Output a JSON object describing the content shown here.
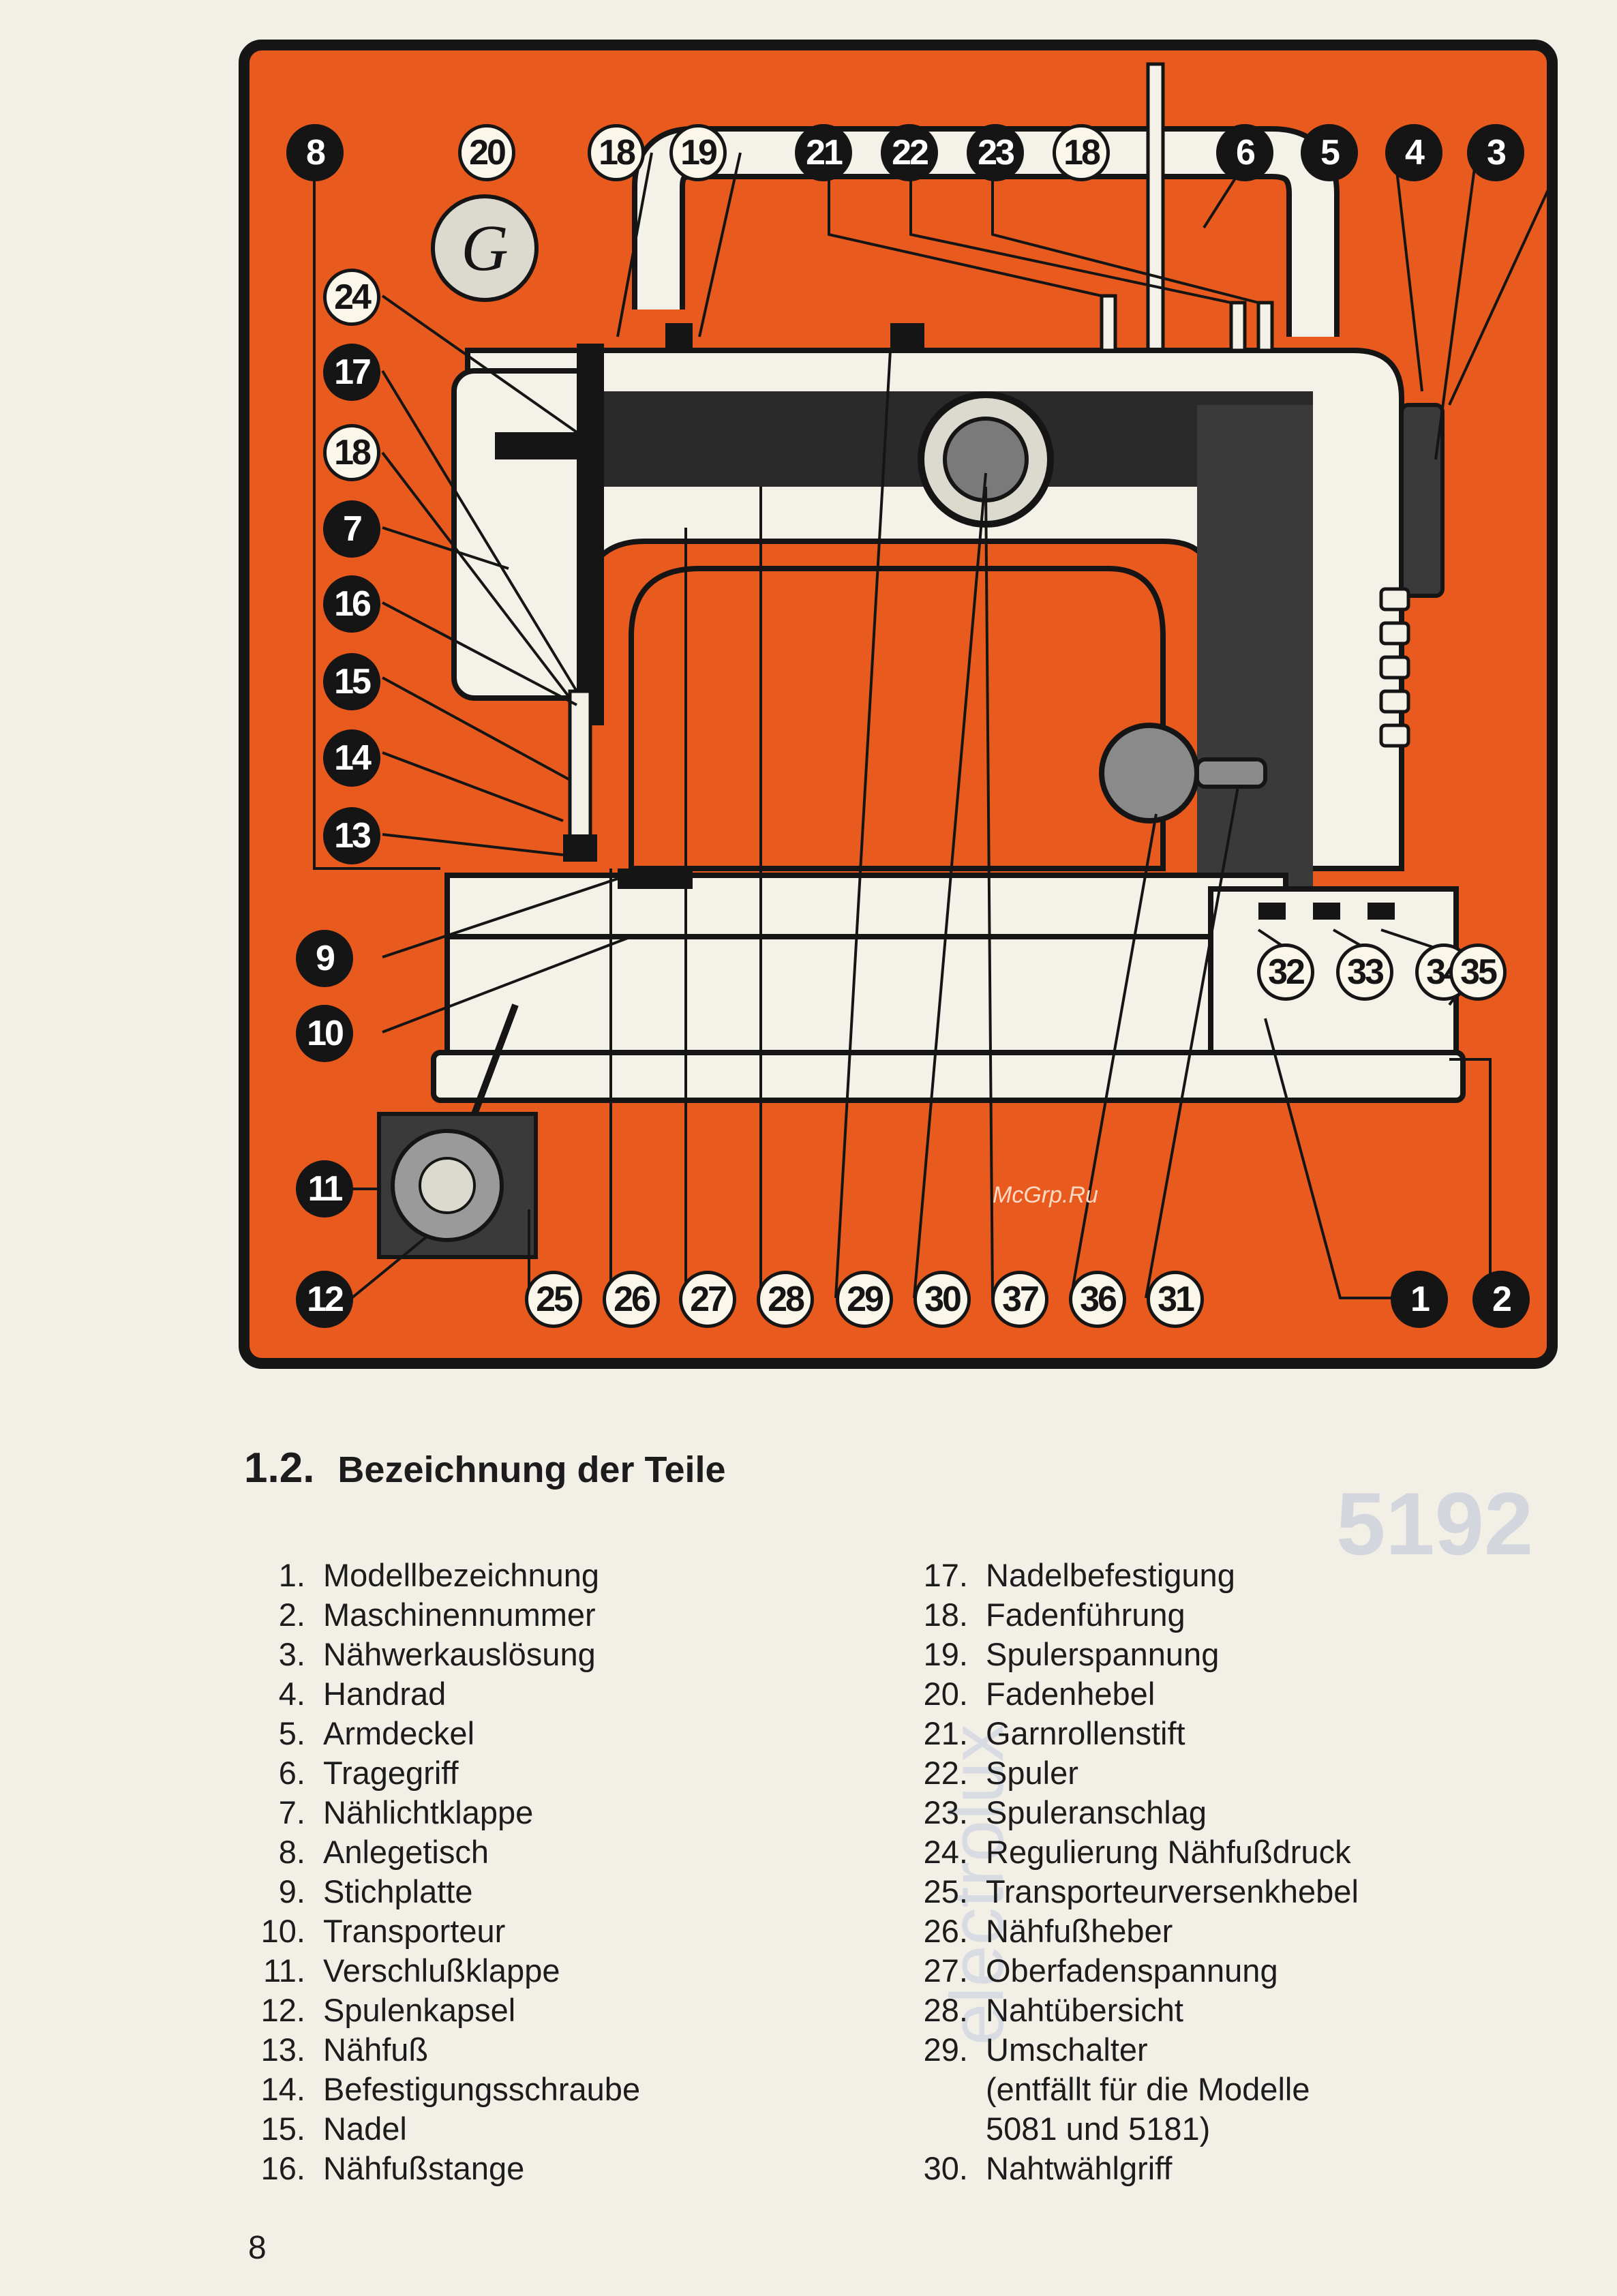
{
  "colors": {
    "diagram_bg": "#e85a1e",
    "machine_body": "#f3f1e8",
    "ink": "#151515",
    "badge_light": "#fbf6ea"
  },
  "diagram": {
    "watermark": "McGrp.Ru",
    "callouts": [
      "8",
      "20",
      "18",
      "19",
      "21",
      "22",
      "23",
      "18",
      "6",
      "5",
      "4",
      "3",
      "24",
      "17",
      "18",
      "7",
      "16",
      "15",
      "14",
      "13",
      "9",
      "10",
      "11",
      "12",
      "25",
      "26",
      "27",
      "28",
      "29",
      "30",
      "37",
      "36",
      "31",
      "32",
      "33",
      "34",
      "35",
      "1",
      "2"
    ],
    "bobbin_symbol": "G"
  },
  "section": {
    "number": "1.2.",
    "title": "Bezeichnung der Teile"
  },
  "parts_left": [
    {
      "num": "1.",
      "label": "Modellbezeichnung"
    },
    {
      "num": "2.",
      "label": "Maschinennummer"
    },
    {
      "num": "3.",
      "label": "Nähwerkauslösung"
    },
    {
      "num": "4.",
      "label": "Handrad"
    },
    {
      "num": "5.",
      "label": "Armdeckel"
    },
    {
      "num": "6.",
      "label": "Tragegriff"
    },
    {
      "num": "7.",
      "label": "Nählichtklappe"
    },
    {
      "num": "8.",
      "label": "Anlegetisch"
    },
    {
      "num": "9.",
      "label": "Stichplatte"
    },
    {
      "num": "10.",
      "label": "Transporteur"
    },
    {
      "num": "11.",
      "label": "Verschlußklappe"
    },
    {
      "num": "12.",
      "label": "Spulenkapsel"
    },
    {
      "num": "13.",
      "label": "Nähfuß"
    },
    {
      "num": "14.",
      "label": "Befestigungsschraube"
    },
    {
      "num": "15.",
      "label": "Nadel"
    },
    {
      "num": "16.",
      "label": "Nähfußstange"
    }
  ],
  "parts_right": [
    {
      "num": "17.",
      "label": "Nadelbefestigung"
    },
    {
      "num": "18.",
      "label": "Fadenführung"
    },
    {
      "num": "19.",
      "label": "Spulerspannung"
    },
    {
      "num": "20.",
      "label": "Fadenhebel"
    },
    {
      "num": "21.",
      "label": "Garnrollenstift"
    },
    {
      "num": "22.",
      "label": "Spuler"
    },
    {
      "num": "23.",
      "label": "Spuleranschlag"
    },
    {
      "num": "24.",
      "label": "Regulierung Nähfußdruck"
    },
    {
      "num": "25.",
      "label": "Transporteurversenkhebel"
    },
    {
      "num": "26.",
      "label": "Nähfußheber"
    },
    {
      "num": "27.",
      "label": "Oberfadenspannung"
    },
    {
      "num": "28.",
      "label": "Nahtübersicht"
    },
    {
      "num": "29.",
      "label": "Umschalter"
    },
    {
      "num": "",
      "label": "(entfällt für die Modelle"
    },
    {
      "num": "",
      "label": "5081 und 5181)"
    },
    {
      "num": "30.",
      "label": "Nahtwählgriff"
    }
  ],
  "show_through_text": [
    "5192",
    "electrolux"
  ],
  "page_number": "8"
}
